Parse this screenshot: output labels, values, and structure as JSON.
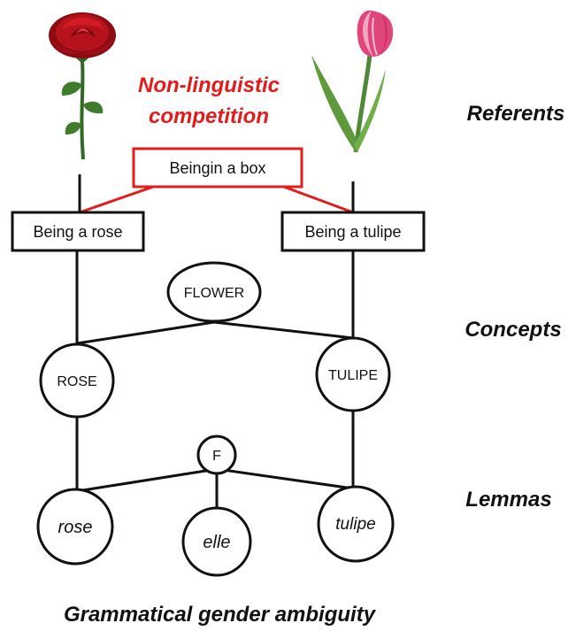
{
  "title": "Grammatical gender ambiguity",
  "levels": {
    "referents": "Referents",
    "concepts": "Concepts",
    "lemmas": "Lemmas"
  },
  "competition_note": {
    "line1": "Non-linguistic",
    "line2": "competition"
  },
  "boxes": {
    "in_box": "Beingin a box",
    "rose": "Being a rose",
    "tulip": "Being a tulipe"
  },
  "concept_nodes": {
    "flower": "FLOWER",
    "rose": "ROSE",
    "tulip": "TULIPE"
  },
  "lemma_nodes": {
    "feminine": "F",
    "rose": "rose",
    "pronoun": "elle",
    "tulip": "tulipe"
  },
  "referent_images": {
    "left": "red-rose",
    "right": "pink-tulip"
  },
  "colors": {
    "competition": "#e31b1b",
    "line": "#111111",
    "rose_petal": "#b5121b",
    "tulip_petal": "#e0457b",
    "stem": "#3f7d2c"
  }
}
